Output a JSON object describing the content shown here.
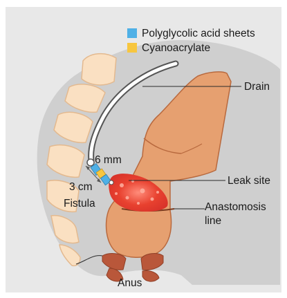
{
  "legend": {
    "items": [
      {
        "label": "Polyglycolic acid sheets",
        "color": "#4fb0e6"
      },
      {
        "label": "Cyanoacrylate",
        "color": "#f7c63f"
      }
    ]
  },
  "labels": {
    "drain": "Drain",
    "leak_site": "Leak site",
    "anastomosis_line_1": "Anastomosis",
    "anastomosis_line_2": "line",
    "anus": "Anus",
    "fistula_diameter": "6 mm",
    "fistula_length": "3 cm",
    "fistula": "Fistula"
  },
  "colors": {
    "background": "#e8e8e8",
    "body_silhouette": "#cfcfcf",
    "sacrum_fill": "#fae0c2",
    "sacrum_stroke": "#e3b98f",
    "rectum_fill": "#e6a070",
    "rectum_stroke": "#b8693e",
    "leak_red": "#e23a2a",
    "sphincter": "#b9573a"
  }
}
